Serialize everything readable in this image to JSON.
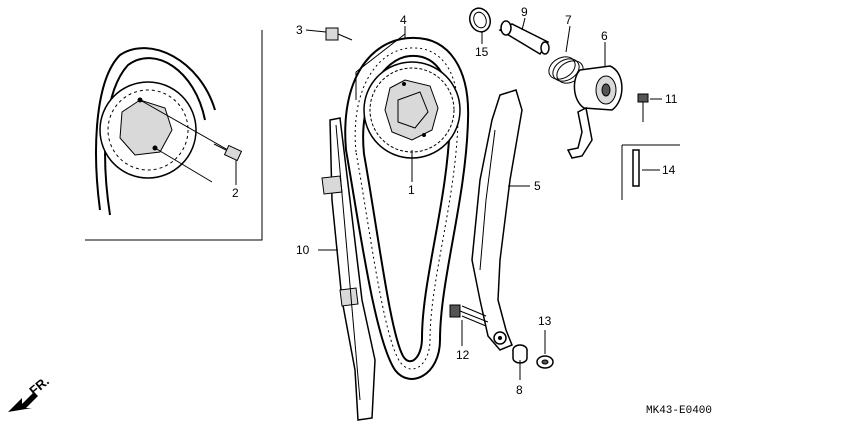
{
  "diagram": {
    "diagram_code": "MK43-E0400",
    "direction_label": "FR.",
    "callouts": [
      {
        "id": "c1",
        "label": "1"
      },
      {
        "id": "c2",
        "label": "2"
      },
      {
        "id": "c3",
        "label": "3"
      },
      {
        "id": "c4",
        "label": "4"
      },
      {
        "id": "c5",
        "label": "5"
      },
      {
        "id": "c6",
        "label": "6"
      },
      {
        "id": "c7",
        "label": "7"
      },
      {
        "id": "c8",
        "label": "8"
      },
      {
        "id": "c9",
        "label": "9"
      },
      {
        "id": "c10",
        "label": "10"
      },
      {
        "id": "c11",
        "label": "11"
      },
      {
        "id": "c12",
        "label": "12"
      },
      {
        "id": "c13",
        "label": "13"
      },
      {
        "id": "c14",
        "label": "14"
      },
      {
        "id": "c15",
        "label": "15"
      }
    ]
  }
}
